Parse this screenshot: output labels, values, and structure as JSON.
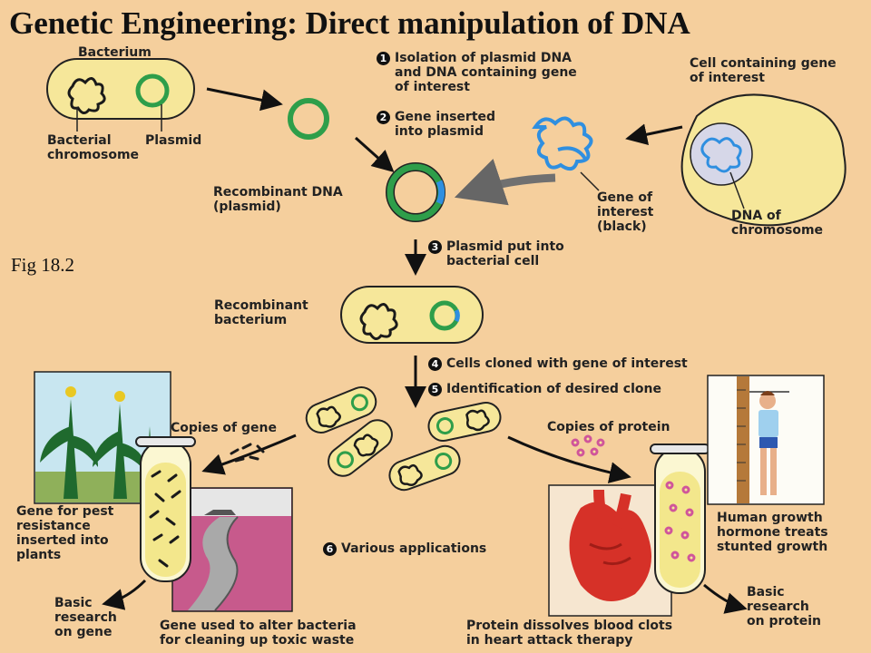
{
  "title": "Genetic Engineering:  Direct manipulation of DNA",
  "figure_label": "Fig 18.2",
  "labels": {
    "bacterium": "Bacterium",
    "bacterial_chromosome": [
      "Bacterial",
      "chromosome"
    ],
    "plasmid": "Plasmid",
    "cell_gene": [
      "Cell containing gene",
      "of interest"
    ],
    "recombinant_dna": [
      "Recombinant DNA",
      "(plasmid)"
    ],
    "gene_of_interest": [
      "Gene of",
      "interest",
      "(black)"
    ],
    "dna_of_chromosome": [
      "DNA of",
      "chromosome"
    ],
    "recombinant_bacterium": [
      "Recombinant",
      "bacterium"
    ],
    "copies_of_gene": "Copies of gene",
    "copies_of_protein": "Copies of protein",
    "pest_resistance": [
      "Gene for pest",
      "resistance",
      "inserted into",
      "plants"
    ],
    "basic_gene": [
      "Basic",
      "research",
      "on gene"
    ],
    "toxic_waste": [
      "Gene used to alter bacteria",
      "for cleaning up toxic waste"
    ],
    "blood_clots": [
      "Protein dissolves blood clots",
      "in heart attack therapy"
    ],
    "growth_hormone": [
      "Human growth",
      "hormone treats",
      "stunted growth"
    ],
    "basic_protein": [
      "Basic",
      "research",
      "on protein"
    ]
  },
  "steps": [
    {
      "num": "1",
      "text": [
        "Isolation of plasmid DNA",
        "and DNA containing gene",
        "of interest"
      ]
    },
    {
      "num": "2",
      "text": [
        "Gene inserted",
        "into plasmid"
      ]
    },
    {
      "num": "3",
      "text": [
        "Plasmid put into",
        "bacterial cell"
      ]
    },
    {
      "num": "4",
      "text": [
        "Cells cloned with gene of interest"
      ]
    },
    {
      "num": "5",
      "text": [
        "Identification of desired clone"
      ]
    },
    {
      "num": "6",
      "text": [
        "Various applications"
      ]
    }
  ],
  "colors": {
    "background": "#f5cf9d",
    "bacterium_fill": "#f6e79a",
    "plasmid_green": "#2e9e4a",
    "gene_blue": "#2f8fe0",
    "dna_black": "#1a1a1a",
    "protein_pink": "#d0559a",
    "heart_red": "#d63128"
  }
}
